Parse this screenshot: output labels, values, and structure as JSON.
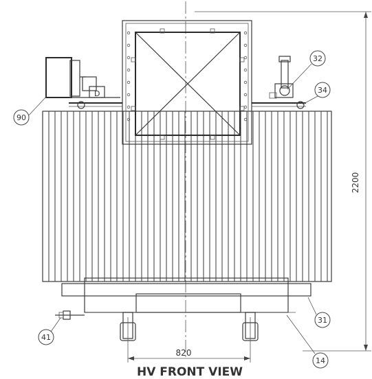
{
  "drawing": {
    "title": "HV FRONT VIEW",
    "dimensions": {
      "height": "2200",
      "width": "820"
    },
    "callouts": {
      "c90": "90",
      "c32": "32",
      "c34": "34",
      "c31": "31",
      "c41": "41",
      "c14": "14"
    }
  }
}
